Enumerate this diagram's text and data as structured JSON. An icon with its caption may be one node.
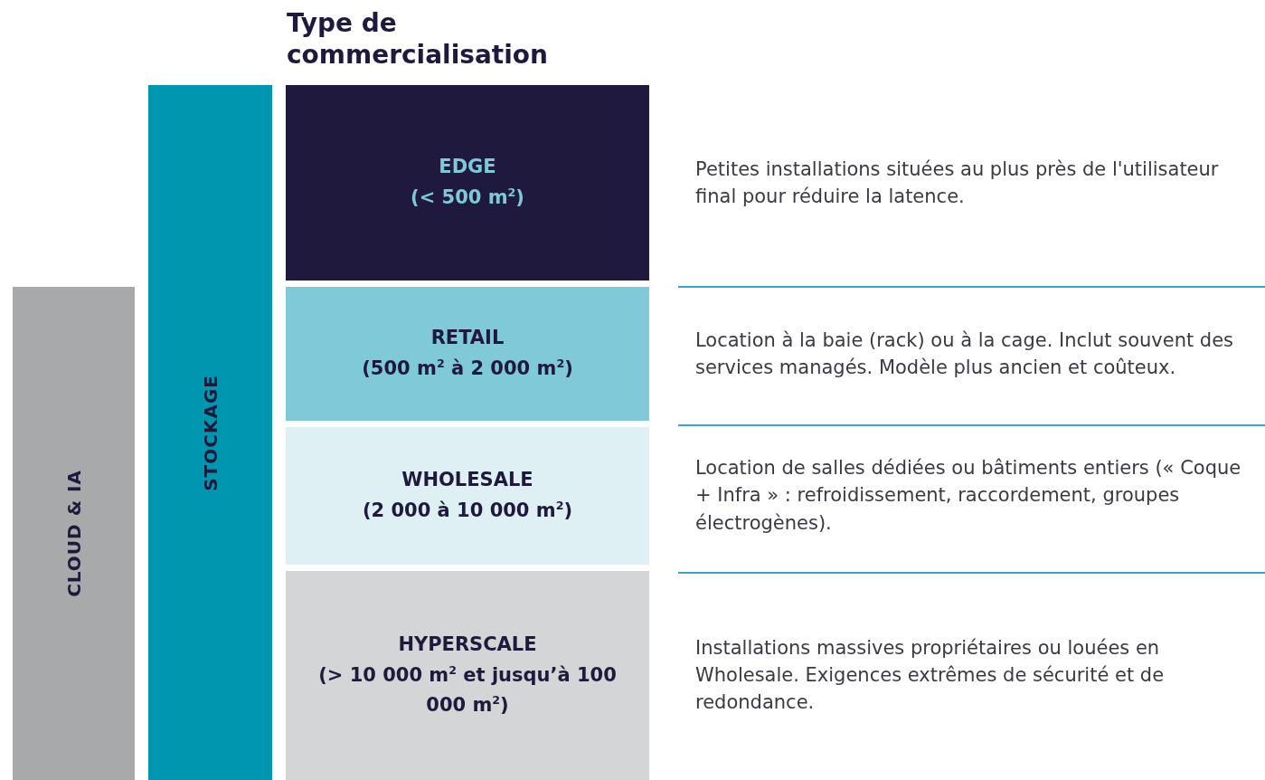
{
  "diagram": {
    "title": "Type de commercialisation",
    "nodes": [
      {
        "text": [
          "CLOUD & IA"
        ]
      },
      {
        "text": [
          "STOCKAGE"
        ]
      },
      {
        "text": [
          "EDGE",
          "(< 500 m$^{2}$)"
        ],
        "beside": [
          "Petites installations situées au plus près de l'utilisateur final pour réduire la latence."
        ]
      },
      {
        "text": [
          "RETAIL",
          "(500 m$^{2}$ à 2 000 m$^{2}$)"
        ],
        "beside": [
          "Location à la baie (rack) ou à la cage. Inclut souvent des services managés. Modèle plus ancien et coûteux."
        ]
      },
      {
        "text": [
          "WHOLESALE",
          "(2 000 à 10 000 m$^{2}$)"
        ],
        "beside": [
          "Location de salles dédiées ou bâtiments entiers (« Coque + Infra » : refroidissement, raccordement, groupes électrogènes)."
        ]
      },
      {
        "text": [
          "HYPERSCALE",
          "(> 10 000 m$^{2}$ et jusqu’à 100 000 m$^{2}$)"
        ],
        "beside": [
          "Installations massives propriétaires ou louées en Wholesale. Exigences extrêmes de sécurité et de redondance."
        ]
      }
    ],
    "edges": []
  }
}
